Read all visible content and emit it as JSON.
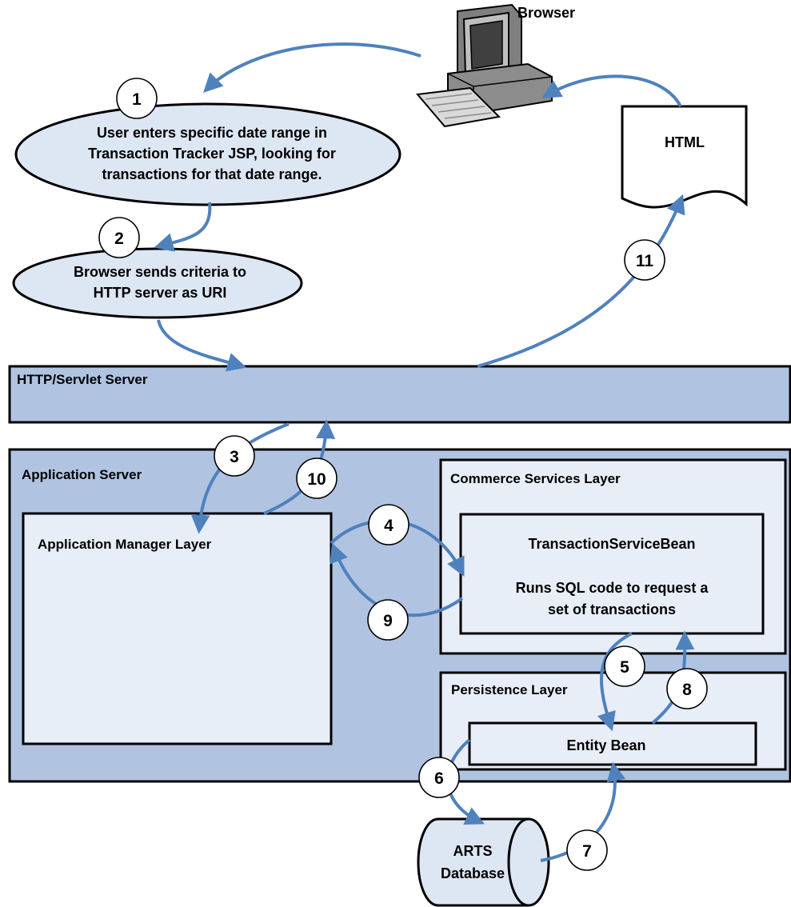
{
  "browser": {
    "label": "Browser"
  },
  "html_doc": {
    "label": "HTML"
  },
  "steps": [
    {
      "num": "1",
      "lines": [
        "User enters specific date range in",
        "Transaction Tracker JSP, looking for",
        "transactions for that date range."
      ]
    },
    {
      "num": "2",
      "lines": [
        "Browser sends criteria to",
        "HTTP server as URI"
      ]
    },
    {
      "num": "3"
    },
    {
      "num": "4"
    },
    {
      "num": "5"
    },
    {
      "num": "6"
    },
    {
      "num": "7"
    },
    {
      "num": "8"
    },
    {
      "num": "9"
    },
    {
      "num": "10"
    },
    {
      "num": "11"
    }
  ],
  "http_server": {
    "label": "HTTP/Servlet Server"
  },
  "app_server": {
    "label": "Application Server",
    "manager_layer": {
      "label": "Application Manager Layer"
    },
    "commerce_layer": {
      "label": "Commerce Services Layer",
      "bean": {
        "title": "TransactionServiceBean",
        "lines": [
          "Runs SQL code to request a",
          "set of transactions"
        ]
      }
    },
    "persistence_layer": {
      "label": "Persistence Layer",
      "entity_bean": {
        "label": "Entity Bean"
      }
    }
  },
  "database": {
    "lines": [
      "ARTS",
      "Database"
    ]
  },
  "colors": {
    "arrow": "#4f81bd",
    "http_fill": "#b0c4e2",
    "app_fill": "#b0c4e2",
    "layer_fill": "#e8eef8",
    "oval_fill": "#dde6f3"
  }
}
